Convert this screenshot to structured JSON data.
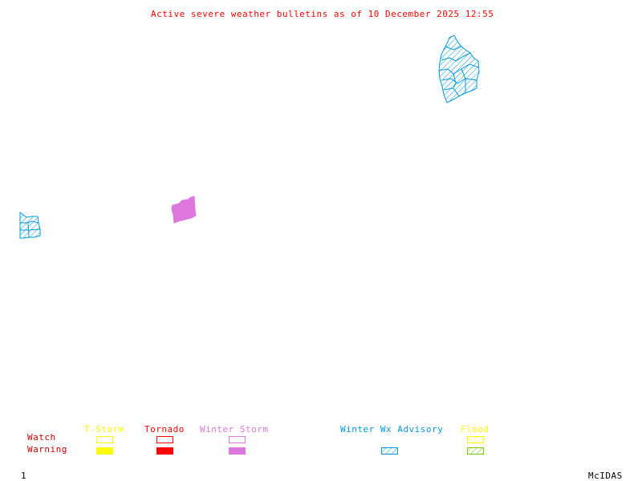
{
  "title": "Active severe weather bulletins as of 10 December 2025 12:55",
  "legend": {
    "row_labels": {
      "watch": "Watch",
      "warning": "Warning"
    },
    "categories": [
      {
        "name": "T-Storm",
        "color": "#ffff00",
        "watch": "outline",
        "warning": "filled"
      },
      {
        "name": "Tornado",
        "color": "#ff0000",
        "watch": "outline",
        "warning": "filled"
      },
      {
        "name": "Winter Storm",
        "color": "#dd77dd",
        "watch": "outline",
        "warning": "filled"
      },
      {
        "name": "Winter Wx Advisory",
        "color": "#0099dd",
        "watch": "none",
        "warning": "hatched"
      },
      {
        "name": "Flood",
        "color": "#ffff00",
        "warning_color": "#77cc00",
        "watch": "hatched",
        "warning": "hatched"
      }
    ]
  },
  "row_label_color": "#cc0000",
  "footer": {
    "frame_number": "1",
    "software": "McIDAS"
  },
  "map_areas": [
    {
      "type": "Winter Wx Advisory",
      "color": "#0099dd",
      "style": "hatched",
      "region": "northeast"
    },
    {
      "type": "Winter Wx Advisory",
      "color": "#0099dd",
      "style": "hatched",
      "region": "west-edge"
    },
    {
      "type": "Winter Storm",
      "color": "#dd77dd",
      "style": "filled",
      "region": "central-west"
    }
  ]
}
